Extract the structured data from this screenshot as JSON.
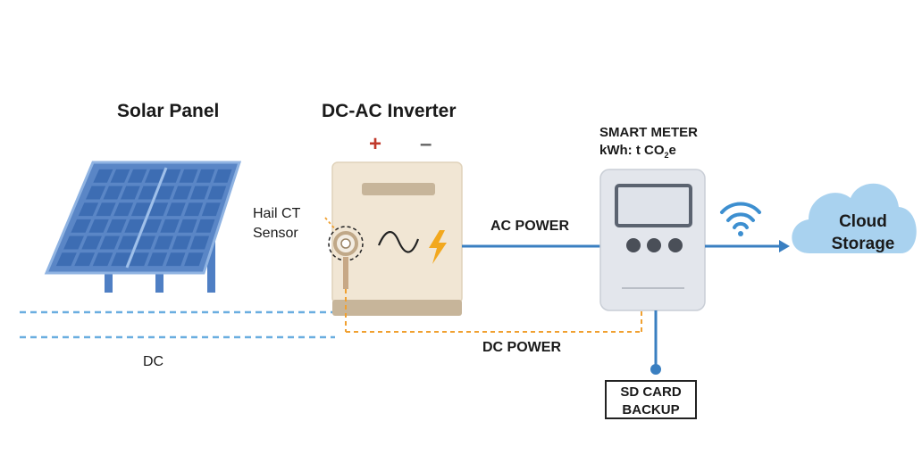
{
  "labels": {
    "solar_panel": "Solar Panel",
    "inverter": "DC-AC Inverter",
    "plus": "+",
    "minus": "–",
    "hail_sensor_line1": "Hail CT",
    "hail_sensor_line2": "Sensor",
    "smart_meter_line1": "SMART METER",
    "smart_meter_line2_prefix": "kWh: t CO",
    "smart_meter_sub": "2",
    "smart_meter_suffix": "e",
    "ac_power": "AC POWER",
    "dc_power": "DC POWER",
    "dc": "DC",
    "cloud_line1": "Cloud",
    "cloud_line2": "Storage",
    "sd_line1": "SD CARD",
    "sd_line2": "BACKUP"
  },
  "colors": {
    "ac_line": "#3a7fc1",
    "dc_dashed": "#6aaee0",
    "dc_power_dashed": "#f0a030",
    "inverter_body": "#f1e6d4",
    "inverter_base": "#c7b59a",
    "meter_body": "#e3e6ec",
    "cloud": "#a9d2ef",
    "panel_cell": "#3d6db3",
    "panel_frame": "#4f7fc4",
    "wifi": "#3d8fd0",
    "bolt": "#f2a81e"
  },
  "icons": [
    "solar-panel-icon",
    "inverter-icon",
    "sine-wave-icon",
    "lightning-icon",
    "ct-sensor-icon",
    "smart-meter-icon",
    "wifi-icon",
    "cloud-icon"
  ]
}
